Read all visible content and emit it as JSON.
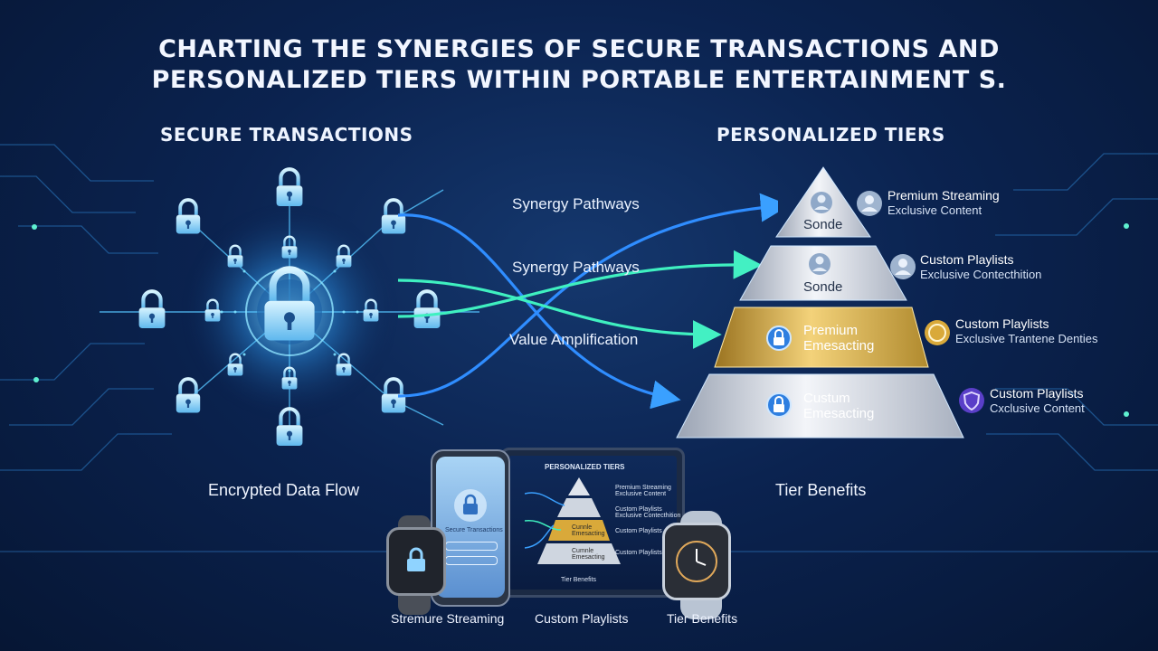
{
  "title": {
    "line1": "CHARTING THE SYNERGIES OF SECURE TRANSACTIONS AND",
    "line2": "PERSONALIZED TIERS WITHIN PORTABLE ENTERTAINMENT S."
  },
  "left": {
    "heading": "SECURE TRANSACTIONS",
    "caption": "Encrypted Data Flow"
  },
  "middle": {
    "pathway_1": "Synergy Pathways",
    "pathway_2": "Synergy Pathways",
    "pathway_3": "Value Amplification"
  },
  "right": {
    "heading": "PERSONALIZED TIERS",
    "caption": "Tier Benefits",
    "tiers": [
      {
        "line1": "",
        "line2": "Sonde"
      },
      {
        "line1": "",
        "line2": "Sonde"
      },
      {
        "line1": "Premium",
        "line2": "Emesacting"
      },
      {
        "line1": "Custum",
        "line2": "Emesacting"
      }
    ],
    "benefits": [
      {
        "title": "Premium Streaming",
        "subtitle": "Exclusive Content"
      },
      {
        "title": "Custom Playlists",
        "subtitle": "Exclusive Contecthition"
      },
      {
        "title": "Custom Playlists",
        "subtitle": "Exclusive Trantene Denties"
      },
      {
        "title": "Custom Playlists",
        "subtitle": "Cxclusive Content"
      }
    ]
  },
  "devices": {
    "tablet_heading": "PERSONALIZED TIERS",
    "tablet_caption": "Tier Benefits",
    "tablet_tiers": [
      {
        "line1": "",
        "line2": ""
      },
      {
        "line1": "",
        "line2": ""
      },
      {
        "line1": "Cunnle",
        "line2": "Emesacting"
      },
      {
        "line1": "Cumnle",
        "line2": "Emesacting"
      }
    ],
    "tablet_benefits": [
      {
        "title": "Premium Streaming",
        "subtitle": "Exclusive Content"
      },
      {
        "title": "Custom Playlists",
        "subtitle": "Exclusive Contecthition"
      },
      {
        "title": "Custom Playlists",
        "subtitle": ""
      },
      {
        "title": "Custom Playlists",
        "subtitle": ""
      }
    ],
    "phone_text_1": "Secure Transactions"
  },
  "bottom": {
    "label_1": "Stremure Streaming",
    "label_2": "Custom Playlists",
    "label_3": "Tier Benefits"
  },
  "colors": {
    "background": "#0b2350",
    "circuit": "#3fa9e8",
    "glow": "#7fd8ff",
    "gold": "#d9a93a",
    "silver": "#d8dde6",
    "arrow_blue": "#2f8dff",
    "arrow_teal": "#3ff0c0"
  }
}
